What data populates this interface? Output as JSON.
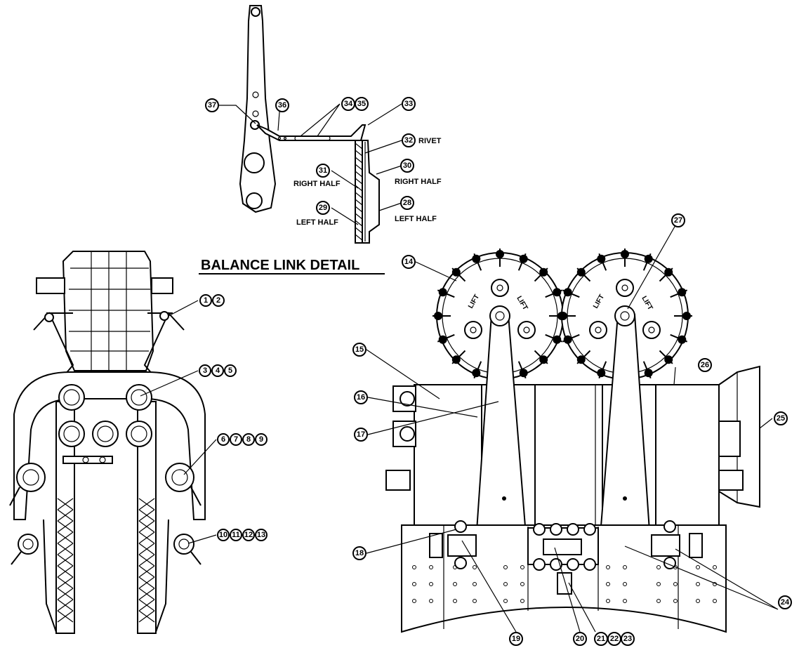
{
  "title": "BALANCE LINK DETAIL",
  "labels": {
    "rivet": "RIVET",
    "right_half_a": "RIGHT HALF",
    "right_half_b": "RIGHT HALF",
    "left_half_a": "LEFT HALF",
    "left_half_b": "LEFT HALF"
  },
  "callouts": {
    "c1": "1",
    "c2": "2",
    "c3": "3",
    "c4": "4",
    "c5": "5",
    "c6": "6",
    "c7": "7",
    "c8": "8",
    "c9": "9",
    "c10": "10",
    "c11": "11",
    "c12": "12",
    "c13": "13",
    "c14": "14",
    "c15": "15",
    "c16": "16",
    "c17": "17",
    "c18": "18",
    "c19": "19",
    "c20": "20",
    "c21": "21",
    "c22": "22",
    "c23": "23",
    "c24": "24",
    "c25": "25",
    "c26": "26",
    "c27": "27",
    "c28": "28",
    "c29": "29",
    "c30": "30",
    "c31": "31",
    "c32": "32",
    "c33": "33",
    "c34": "34",
    "c35": "35",
    "c36": "36",
    "c37": "37"
  },
  "lift_mark": "LIFT"
}
